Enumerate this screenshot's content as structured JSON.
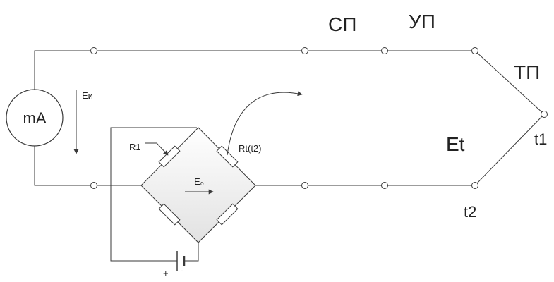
{
  "labels": {
    "sp": "СП",
    "up": "УП",
    "tp": "ТП",
    "ma": "mA",
    "ei": "Еи",
    "r1": "R1",
    "rt": "Rt(t2)",
    "e0": "E₀",
    "et": "Et",
    "t1": "t1",
    "t2": "t2",
    "plus": "+",
    "minus": "-"
  },
  "colors": {
    "wire": "#3a3a3a",
    "bridge_fill_top": "#ffffff",
    "bridge_fill_bottom": "#e2e2e2"
  }
}
